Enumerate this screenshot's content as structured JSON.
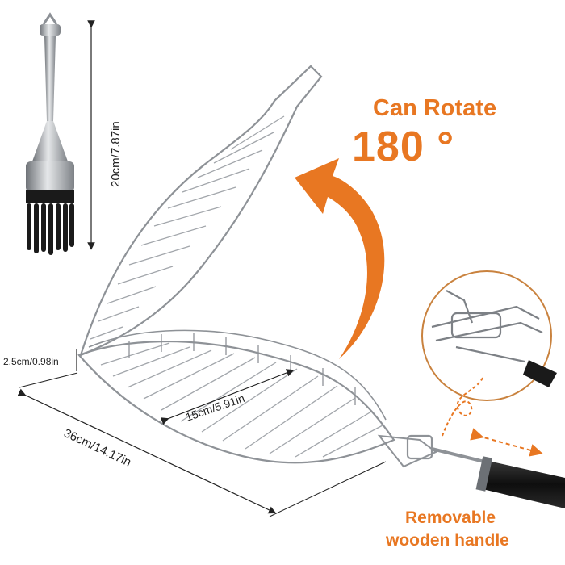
{
  "callouts": {
    "rotate_title": "Can Rotate",
    "rotate_degree": "180 °",
    "handle_line1": "Removable",
    "handle_line2": "wooden handle"
  },
  "dimensions": {
    "brush_height": "20cm/7.87in",
    "basket_depth": "2.5cm/0.98in",
    "basket_width": "15cm/5.91in",
    "basket_length": "36cm/14.17in"
  },
  "colors": {
    "accent_orange": "#e87722",
    "steel": "#9a9ea3",
    "brush_black": "#1a1a1a",
    "text": "#222222"
  },
  "icons": [
    "basting-brush-icon",
    "grill-basket-icon",
    "rotate-arrow-icon",
    "handle-detail-icon"
  ]
}
